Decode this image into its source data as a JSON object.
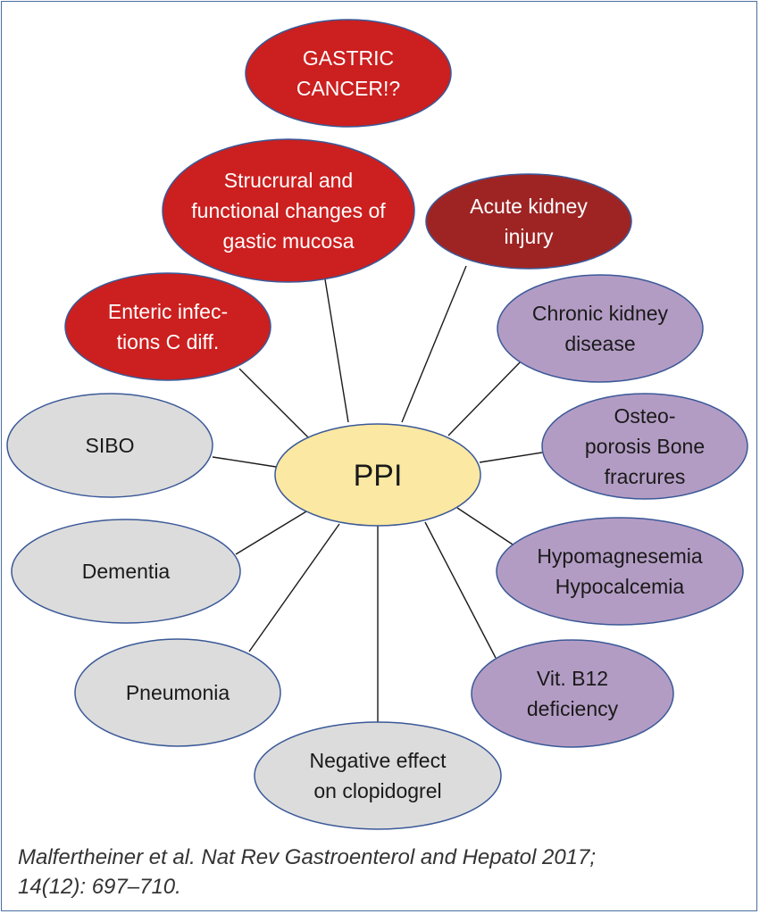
{
  "colors": {
    "red": "#cc1f1f",
    "dark_red": "#9e2424",
    "purple": "#b39cc4",
    "gray": "#dcdcdc",
    "center": "#fbe8a2",
    "outline": "#3b5998",
    "connector": "#1a1a1a",
    "frame": "#4a6fa0"
  },
  "center": {
    "label": "PPI"
  },
  "nodes": [
    {
      "id": "gastric-cancer",
      "lines": [
        "GASTRIC",
        "CANCER!?"
      ],
      "color": "red"
    },
    {
      "id": "structural-changes",
      "lines": [
        "Strucrural and",
        "functional changes of",
        "gastic mucosa"
      ],
      "color": "red"
    },
    {
      "id": "acute-kidney-injury",
      "lines": [
        "Acute kidney",
        "injury"
      ],
      "color": "dark_red"
    },
    {
      "id": "enteric-infections",
      "lines": [
        "Enteric infec-",
        "tions C diff."
      ],
      "color": "red"
    },
    {
      "id": "chronic-kidney-disease",
      "lines": [
        "Chronic kidney",
        "disease"
      ],
      "color": "purple"
    },
    {
      "id": "sibo",
      "lines": [
        "SIBO"
      ],
      "color": "gray"
    },
    {
      "id": "osteoporosis",
      "lines": [
        "Osteo-",
        "porosis Bone",
        "fracrures"
      ],
      "color": "purple"
    },
    {
      "id": "dementia",
      "lines": [
        "Dementia"
      ],
      "color": "gray"
    },
    {
      "id": "hypomagnesemia",
      "lines": [
        "Hypomagnesemia",
        "Hypocalcemia"
      ],
      "color": "purple"
    },
    {
      "id": "pneumonia",
      "lines": [
        "Pneumonia"
      ],
      "color": "gray"
    },
    {
      "id": "vit-b12",
      "lines": [
        "Vit. B12",
        "deficiency"
      ],
      "color": "purple"
    },
    {
      "id": "clopidogrel",
      "lines": [
        "Negative effect",
        "on clopidogrel"
      ],
      "color": "gray"
    }
  ],
  "citation": {
    "line1": "Malfertheiner et al. Nat Rev Gastroenterol and Hepatol 2017;",
    "line2": "14(12): 697–710."
  }
}
